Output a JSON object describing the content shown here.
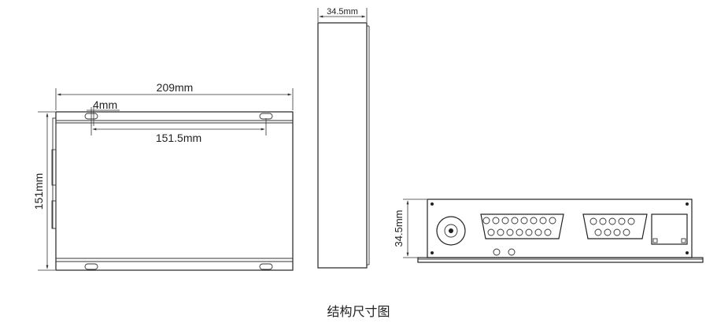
{
  "dimensions": {
    "width": "209mm",
    "slot_width": "4mm",
    "slot_pitch": "151.5mm",
    "height": "151mm",
    "thickness_top": "34.5mm",
    "thickness_side": "34.5mm"
  },
  "caption": "结构尺寸图"
}
